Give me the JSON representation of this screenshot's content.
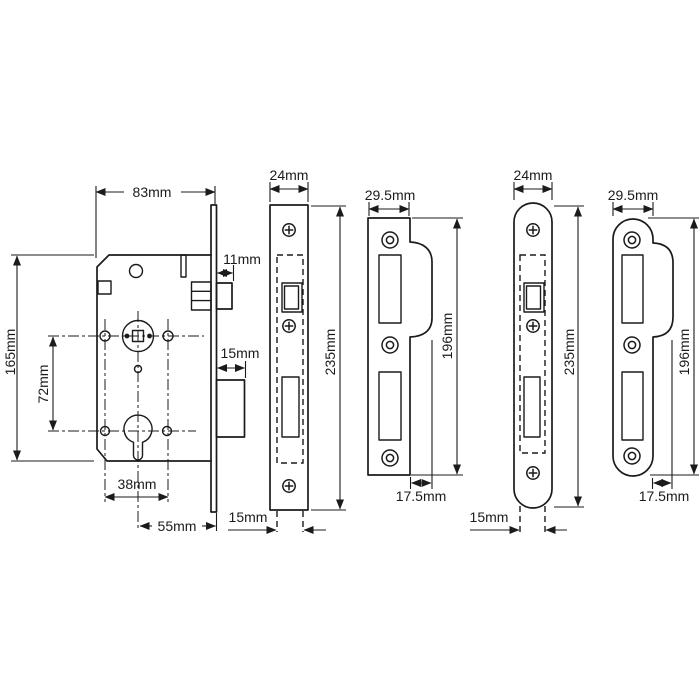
{
  "colors": {
    "ink": "#1b1b1b",
    "background": "#ffffff"
  },
  "views": {
    "lock_body": {
      "case_width": "83mm",
      "case_height": "165mm",
      "centres": "72mm",
      "fixing_hole_spacing": "38mm",
      "backset": "55mm",
      "latchbolt_projection": "11mm",
      "deadbolt_projection": "15mm"
    },
    "faceplate_square": {
      "width": "24mm",
      "height": "235mm",
      "case_thickness": "15mm"
    },
    "strike_square": {
      "width": "29.5mm",
      "height": "196mm",
      "lip_depth": "17.5mm"
    },
    "faceplate_radius": {
      "width": "24mm",
      "height": "235mm",
      "case_thickness": "15mm"
    },
    "strike_radius": {
      "width": "29.5mm",
      "height": "196mm",
      "lip_depth": "17.5mm"
    }
  }
}
